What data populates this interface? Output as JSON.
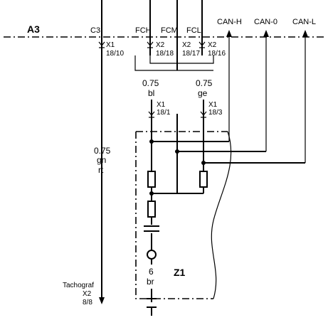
{
  "bus": {
    "label": "A3"
  },
  "signals": {
    "c3": "C3",
    "fch": "FCH",
    "fcm": "FCM",
    "fcl": "FCL",
    "can_h": "CAN-H",
    "can_0": "CAN-0",
    "can_l": "CAN-L"
  },
  "connectors": {
    "c3": {
      "name": "X1",
      "pin": "18/10"
    },
    "fch": {
      "name": "X2",
      "pin": "18/18"
    },
    "fcl_a": {
      "name": "X2",
      "pin": "18/17"
    },
    "fcl_b": {
      "name": "X2",
      "pin": "18/16"
    },
    "z1_left": {
      "name": "X1",
      "pin": "18/1"
    },
    "z1_right": {
      "name": "X1",
      "pin": "18/3"
    },
    "tacho": {
      "name": "X2",
      "pin": "8/8"
    }
  },
  "wires": {
    "left_size": "0.75",
    "left_color": "bl",
    "right_size": "0.75",
    "right_color": "ge",
    "c3_size": "0.75",
    "c3_color1": "gn",
    "c3_color2": "rt",
    "ground_size": "6",
    "ground_color": "br"
  },
  "component": {
    "label": "Z1"
  },
  "tachograph": {
    "label": "Tachograf"
  }
}
